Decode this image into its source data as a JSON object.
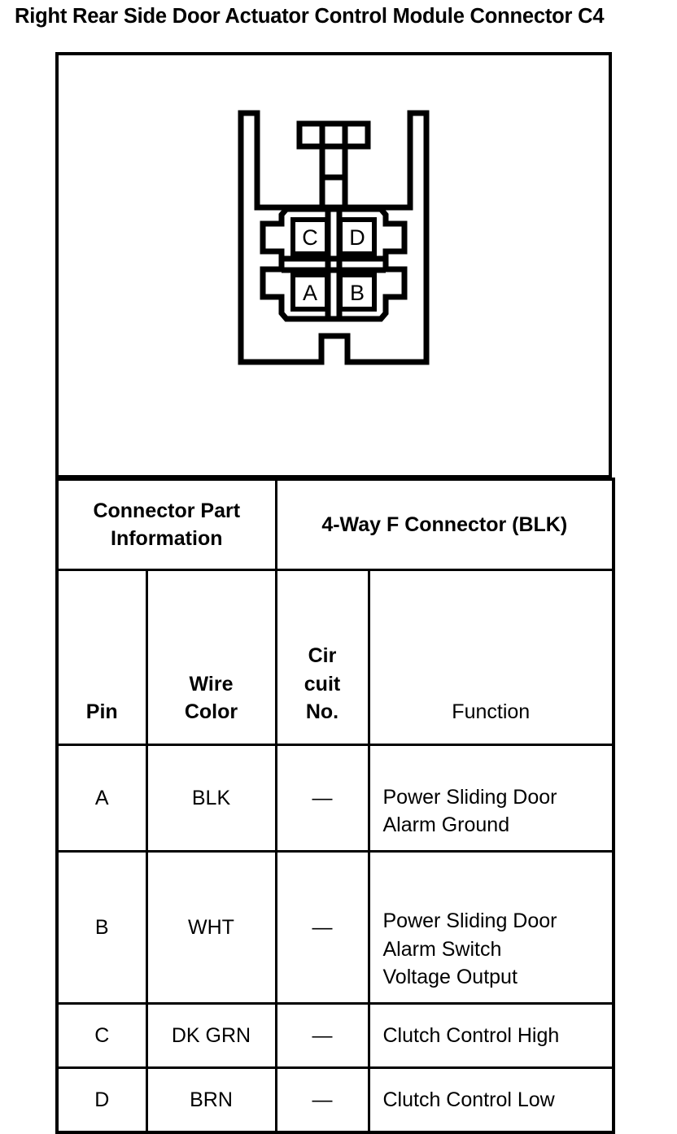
{
  "page_title": "Right Rear Side Door Actuator Control Module Connector C4",
  "diagram": {
    "name": "connector-face-view",
    "pin_labels": {
      "top_left": "C",
      "top_right": "D",
      "bottom_left": "A",
      "bottom_right": "B"
    },
    "stroke_color": "#000000",
    "fill_color": "#ffffff"
  },
  "part_info": {
    "label_lines": [
      "Connector Part",
      "Information"
    ],
    "value": "4-Way F Connector (BLK)"
  },
  "table": {
    "headers": {
      "pin": [
        "Pin"
      ],
      "wire_color": [
        "Wire",
        "Color"
      ],
      "circuit_no": [
        "Cir",
        "cuit",
        "No."
      ],
      "function": [
        "Function"
      ]
    },
    "rows": [
      {
        "pin": "A",
        "wire_color": "BLK",
        "circuit_no": "—",
        "function_lines": [
          "Power Sliding Door",
          "Alarm Ground"
        ]
      },
      {
        "pin": "B",
        "wire_color": "WHT",
        "circuit_no": "—",
        "function_lines": [
          "Power Sliding Door",
          "Alarm Switch",
          "Voltage Output"
        ]
      },
      {
        "pin": "C",
        "wire_color": "DK GRN",
        "circuit_no": "—",
        "function_lines": [
          "Clutch Control High"
        ]
      },
      {
        "pin": "D",
        "wire_color": "BRN",
        "circuit_no": "—",
        "function_lines": [
          "Clutch Control Low"
        ]
      }
    ]
  }
}
